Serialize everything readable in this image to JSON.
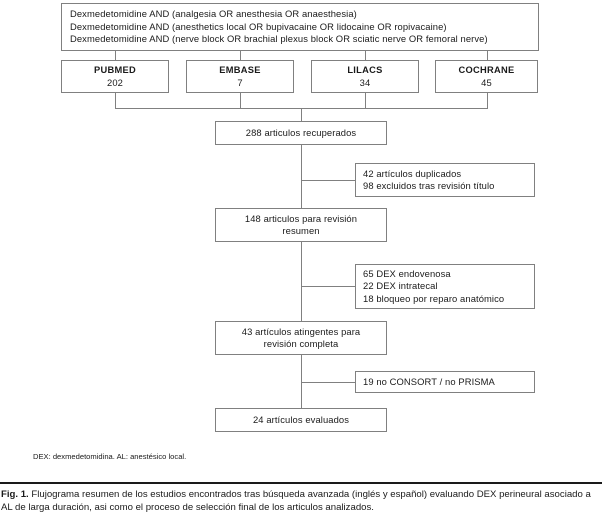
{
  "figure": {
    "search_strategy": {
      "lines": [
        "Dexmedetomidine AND (analgesia OR anesthesia OR anaesthesia)",
        "Dexmedetomidine AND (anesthetics local OR bupivacaine OR lidocaine OR ropivacaine)",
        "Dexmedetomidine AND (nerve block OR brachial plexus block OR sciatic nerve OR femoral nerve)"
      ]
    },
    "databases": [
      {
        "name": "PUBMED",
        "count": "202"
      },
      {
        "name": "EMBASE",
        "count": "7"
      },
      {
        "name": "LILACS",
        "count": "34"
      },
      {
        "name": "COCHRANE",
        "count": "45"
      }
    ],
    "flow_steps": [
      {
        "lines": [
          "288 articulos recuperados"
        ]
      },
      {
        "lines": [
          "148 articulos para revisión",
          "resumen"
        ]
      },
      {
        "lines": [
          "43 artículos atingentes para",
          "revisión completa"
        ]
      },
      {
        "lines": [
          "24 artículos evaluados"
        ]
      }
    ],
    "exclusions": [
      {
        "lines": [
          "42 artículos duplicados",
          "98 excluidos tras revisión título"
        ]
      },
      {
        "lines": [
          "65 DEX endovenosa",
          "22 DEX intratecal",
          "18 bloqueo por reparo anatómico"
        ]
      },
      {
        "lines": [
          "19 no CONSORT / no PRISMA"
        ]
      }
    ],
    "footnote": "DEX: dexmedetomidina. AL: anestésico local.",
    "caption": {
      "label": "Fig. 1.",
      "text": " Flujograma resumen de los estudios encontrados tras búsqueda avanzada (inglés y español) evaluando DEX perineural asociado a AL de larga duración, asi como el proceso de selección final de los articulos analizados."
    },
    "colors": {
      "border": "#808080",
      "text": "#1a1a1a",
      "background": "#ffffff"
    }
  },
  "chart_data": {
    "type": "diagram",
    "title": "PRISMA-style study selection flow diagram",
    "nodes": [
      {
        "id": "search",
        "label": "Search strategy (3 query lines)",
        "value": null
      },
      {
        "id": "pubmed",
        "label": "PUBMED",
        "value": 202
      },
      {
        "id": "embase",
        "label": "EMBASE",
        "value": 7
      },
      {
        "id": "lilacs",
        "label": "LILACS",
        "value": 34
      },
      {
        "id": "cochrane",
        "label": "COCHRANE",
        "value": 45
      },
      {
        "id": "retrieved",
        "label": "articulos recuperados",
        "value": 288
      },
      {
        "id": "excl1",
        "label": "artículos duplicados",
        "value": 42
      },
      {
        "id": "excl2",
        "label": "excluidos tras revisión título",
        "value": 98
      },
      {
        "id": "abstract",
        "label": "articulos para revisión resumen",
        "value": 148
      },
      {
        "id": "excl3",
        "label": "DEX endovenosa",
        "value": 65
      },
      {
        "id": "excl4",
        "label": "DEX intratecal",
        "value": 22
      },
      {
        "id": "excl5",
        "label": "bloqueo por reparo anatómico",
        "value": 18
      },
      {
        "id": "fulltext",
        "label": "artículos atingentes para revisión completa",
        "value": 43
      },
      {
        "id": "excl6",
        "label": "no CONSORT / no PRISMA",
        "value": 19
      },
      {
        "id": "included",
        "label": "artículos evaluados",
        "value": 24
      }
    ],
    "edges": [
      {
        "from": "search",
        "to": "pubmed"
      },
      {
        "from": "search",
        "to": "embase"
      },
      {
        "from": "search",
        "to": "lilacs"
      },
      {
        "from": "search",
        "to": "cochrane"
      },
      {
        "from": "pubmed",
        "to": "retrieved"
      },
      {
        "from": "embase",
        "to": "retrieved"
      },
      {
        "from": "lilacs",
        "to": "retrieved"
      },
      {
        "from": "cochrane",
        "to": "retrieved"
      },
      {
        "from": "retrieved",
        "to": "abstract"
      },
      {
        "from": "retrieved",
        "to": "excl1"
      },
      {
        "from": "abstract",
        "to": "fulltext"
      },
      {
        "from": "abstract",
        "to": "excl3"
      },
      {
        "from": "fulltext",
        "to": "included"
      },
      {
        "from": "fulltext",
        "to": "excl6"
      }
    ]
  }
}
